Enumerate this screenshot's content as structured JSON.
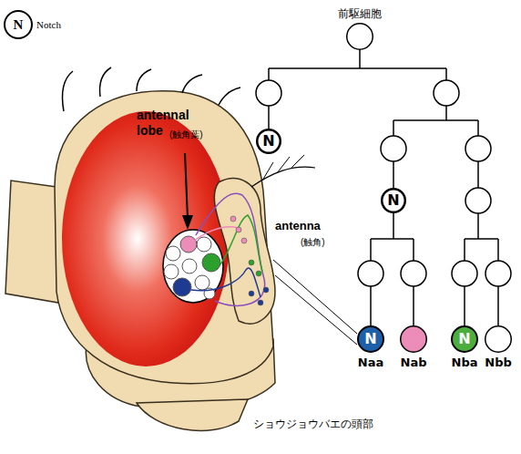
{
  "diagram": {
    "nodes": [
      {
        "text": [
          "前駆細胞"
        ]
      },
      {
        "text": [
          "N"
        ]
      },
      {
        "text": [
          "N"
        ]
      },
      {
        "text": [
          "N",
          "Naa"
        ]
      },
      {
        "text": [
          "Nab"
        ]
      },
      {
        "text": [
          "N",
          "Nba"
        ]
      },
      {
        "text": [
          "Nbb"
        ]
      }
    ],
    "labels": [
      "N",
      "antennal lobe",
      "(触角葉)",
      "antenna",
      "(触角)",
      "ショウジョウバエの頭部"
    ],
    "legend": [
      {
        "text": "Notch"
      }
    ]
  }
}
